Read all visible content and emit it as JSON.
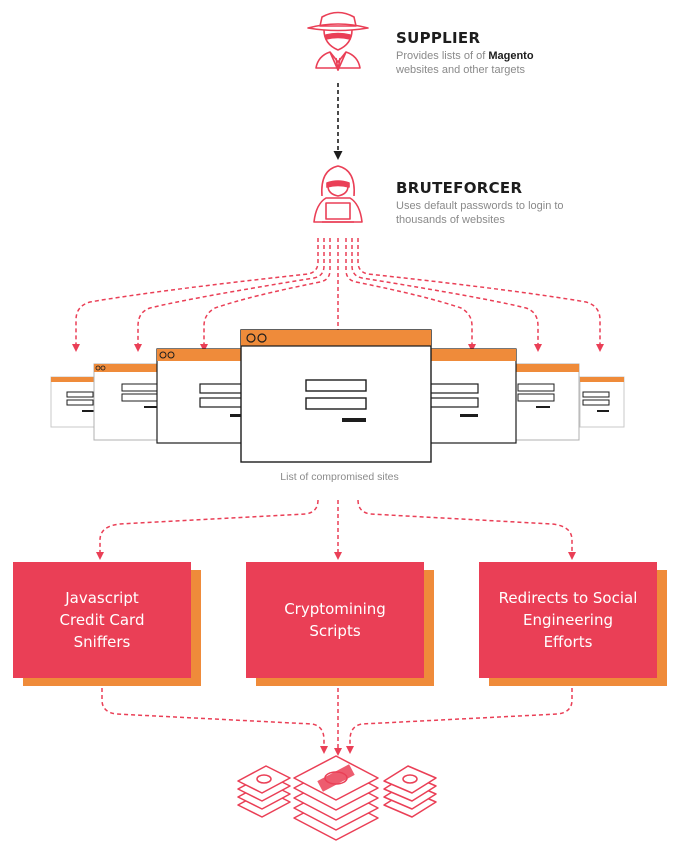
{
  "supplier": {
    "icon": "spy-icon",
    "title": "SUPPLIER",
    "desc_pre": "Provides lists of of ",
    "desc_bold": "Magento",
    "desc_post": " websites and other targets"
  },
  "bruteforcer": {
    "icon": "hacker-icon",
    "title": "BRUTEFORCER",
    "desc": "Uses default passwords to login to thousands of websites"
  },
  "sites_caption": "List of compromised sites",
  "outcomes": [
    {
      "line1": "Javascript",
      "line2": "Credit Card",
      "line3": "Sniffers"
    },
    {
      "line1": "Cryptomining",
      "line2": "Scripts",
      "line3": ""
    },
    {
      "line1": "Redirects to Social",
      "line2": "Engineering",
      "line3": "Efforts"
    }
  ],
  "colors": {
    "accent_red": "#ea3f56",
    "accent_orange": "#ef8b3a",
    "dark": "#1d1d1d",
    "muted": "#8a8a8a"
  },
  "result_icon": "money-stack-icon"
}
